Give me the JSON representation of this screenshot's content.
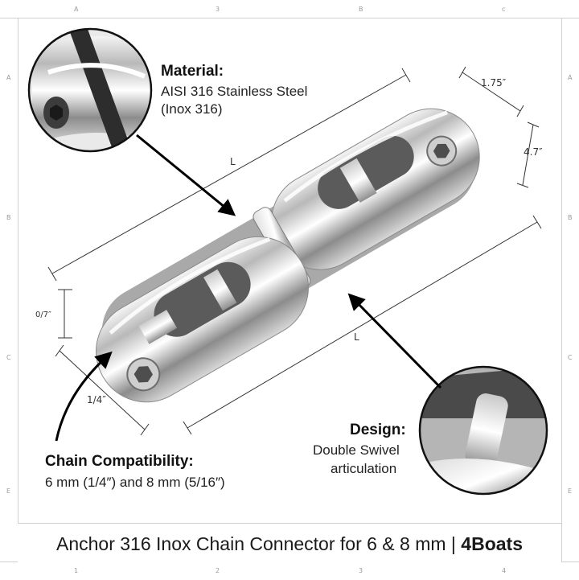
{
  "frame": {
    "top_labels": [
      "A",
      "3",
      "B",
      "c"
    ],
    "bottom_labels": [
      "1",
      "2",
      "3",
      "4"
    ],
    "left_labels": [
      "A",
      "B",
      "C",
      "E"
    ],
    "right_labels": [
      "A",
      "B",
      "C",
      "E"
    ]
  },
  "callouts": {
    "material": {
      "title": "Material:",
      "line1": "AISI 316 Stainless Steel",
      "line2": "(Inox 316)"
    },
    "design": {
      "title": "Design:",
      "line1": "Double Swivel",
      "line2": "articulation"
    },
    "chain": {
      "title": "Chain Compatibility:",
      "line1": "6 mm (1/4″) and 8 mm (5/16″)"
    }
  },
  "dimensions": {
    "length_top": "L",
    "length_bottom": "L",
    "width": "1.75″",
    "height": "4.7″",
    "pin": "0/7″",
    "end": "1/4″"
  },
  "caption": {
    "text": "Anchor 316 Inox Chain Connector for 6 & 8 mm | ",
    "brand": "4Boats"
  }
}
